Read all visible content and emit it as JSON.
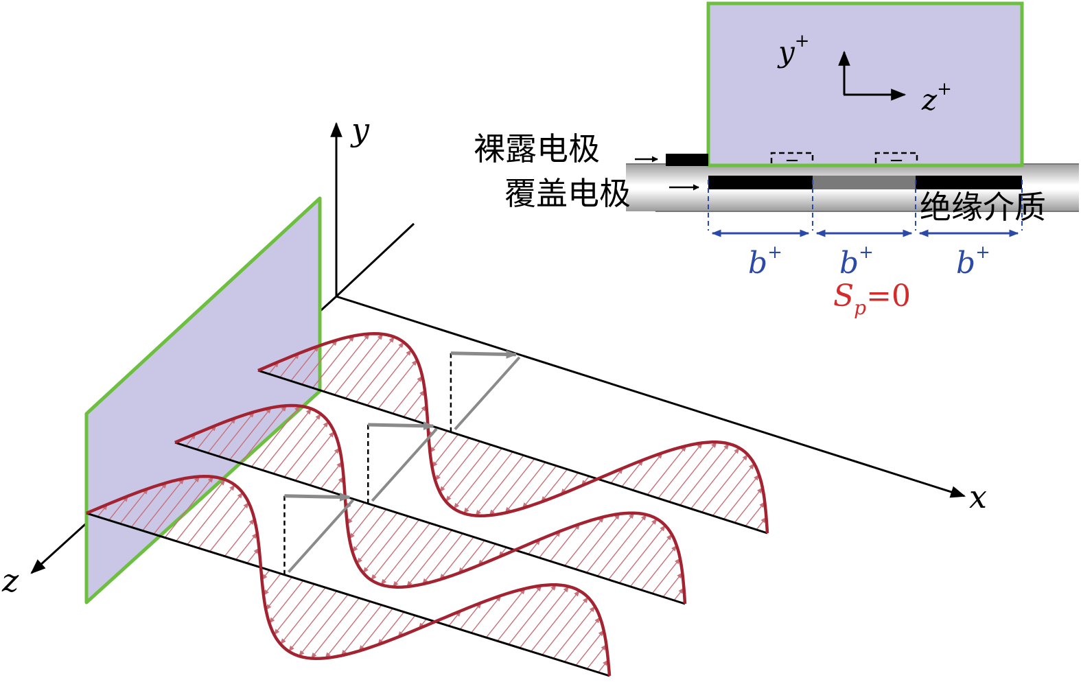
{
  "colors": {
    "plate_fill": "#cac7e6",
    "plate_edge": "#6cbf3f",
    "wave": "#a32330",
    "wave_hatch": "#c8707a",
    "axis": "#000000",
    "dim_blue": "#2b4aa8",
    "sp_red": "#d42a2a",
    "dielectric_mid": "#ffffff",
    "dielectric_edge": "#8a8a8a"
  },
  "axes3d": {
    "x": "x",
    "y": "y",
    "z": "z"
  },
  "inset": {
    "y_label": "y",
    "y_sup": "+",
    "z_label": "z",
    "z_sup": "+",
    "exposed_electrode": "裸露电极",
    "covered_electrode": "覆盖电极",
    "dielectric": "绝缘介质",
    "electrode_charge": "−",
    "dims": [
      {
        "label": "b",
        "sup": "+"
      },
      {
        "label": "b",
        "sup": "+"
      },
      {
        "label": "b",
        "sup": "+"
      }
    ],
    "sp": {
      "label": "S",
      "sub": "p",
      "value": "=0"
    }
  }
}
